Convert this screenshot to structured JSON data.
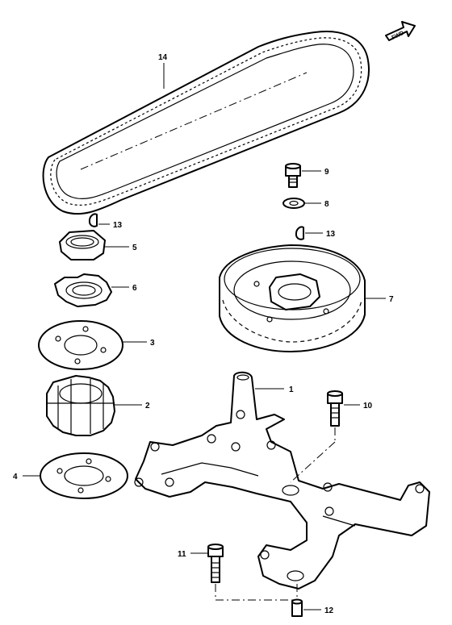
{
  "diagram": {
    "fwd_label": "FWD",
    "callouts": [
      {
        "id": "14",
        "label": "14"
      },
      {
        "id": "9",
        "label": "9"
      },
      {
        "id": "8",
        "label": "8"
      },
      {
        "id": "13a",
        "label": "13"
      },
      {
        "id": "13b",
        "label": "13"
      },
      {
        "id": "5",
        "label": "5"
      },
      {
        "id": "6",
        "label": "6"
      },
      {
        "id": "7",
        "label": "7"
      },
      {
        "id": "3",
        "label": "3"
      },
      {
        "id": "1",
        "label": "1"
      },
      {
        "id": "2",
        "label": "2"
      },
      {
        "id": "10",
        "label": "10"
      },
      {
        "id": "4",
        "label": "4"
      },
      {
        "id": "11",
        "label": "11"
      },
      {
        "id": "12",
        "label": "12"
      }
    ]
  }
}
